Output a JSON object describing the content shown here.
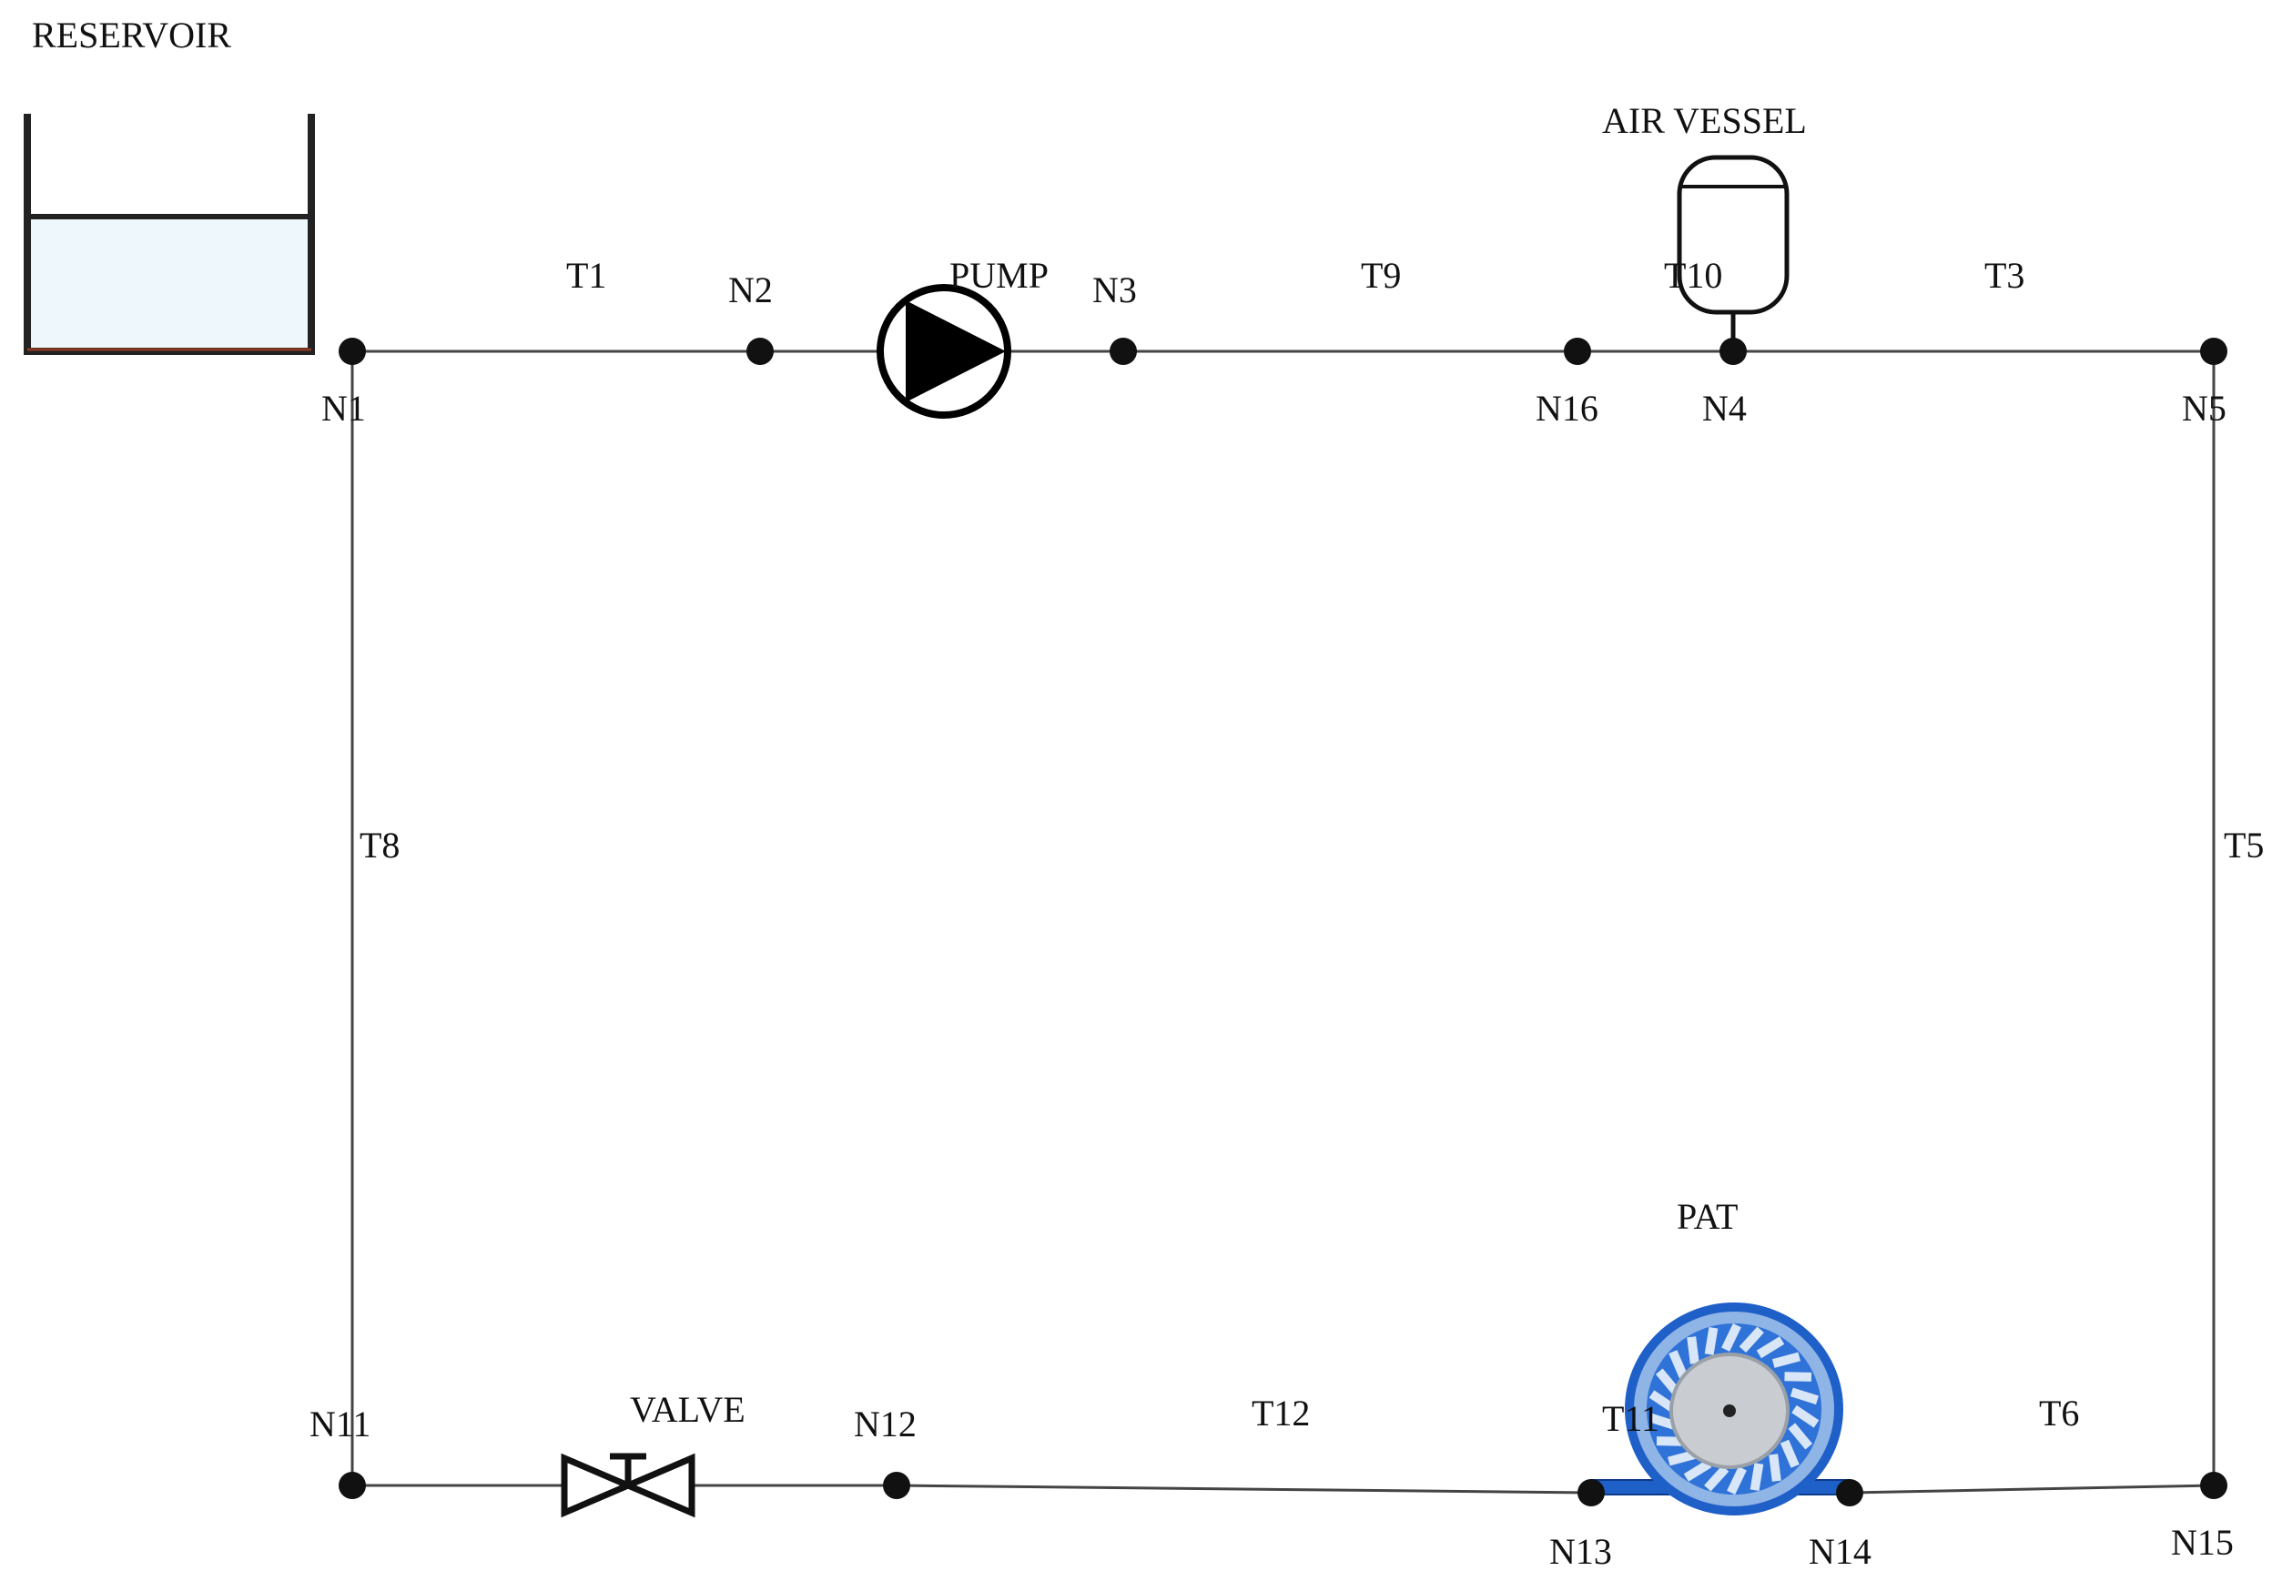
{
  "components": {
    "reservoir": "RESERVOIR",
    "air_vessel": "AIR VESSEL",
    "pump": "PUMP",
    "valve": "VALVE",
    "pat": "PAT"
  },
  "nodes": [
    "N1",
    "N2",
    "N3",
    "N16",
    "N4",
    "N5",
    "N11",
    "N12",
    "N13",
    "N14",
    "N15"
  ],
  "pipes": [
    "T1",
    "T9",
    "T10",
    "T3",
    "T8",
    "T5",
    "T12",
    "T11",
    "T6"
  ],
  "colors": {
    "line": "#444444",
    "node": "#111111",
    "water": "#eef7fc",
    "pat_blue": "#1f5fc8"
  }
}
